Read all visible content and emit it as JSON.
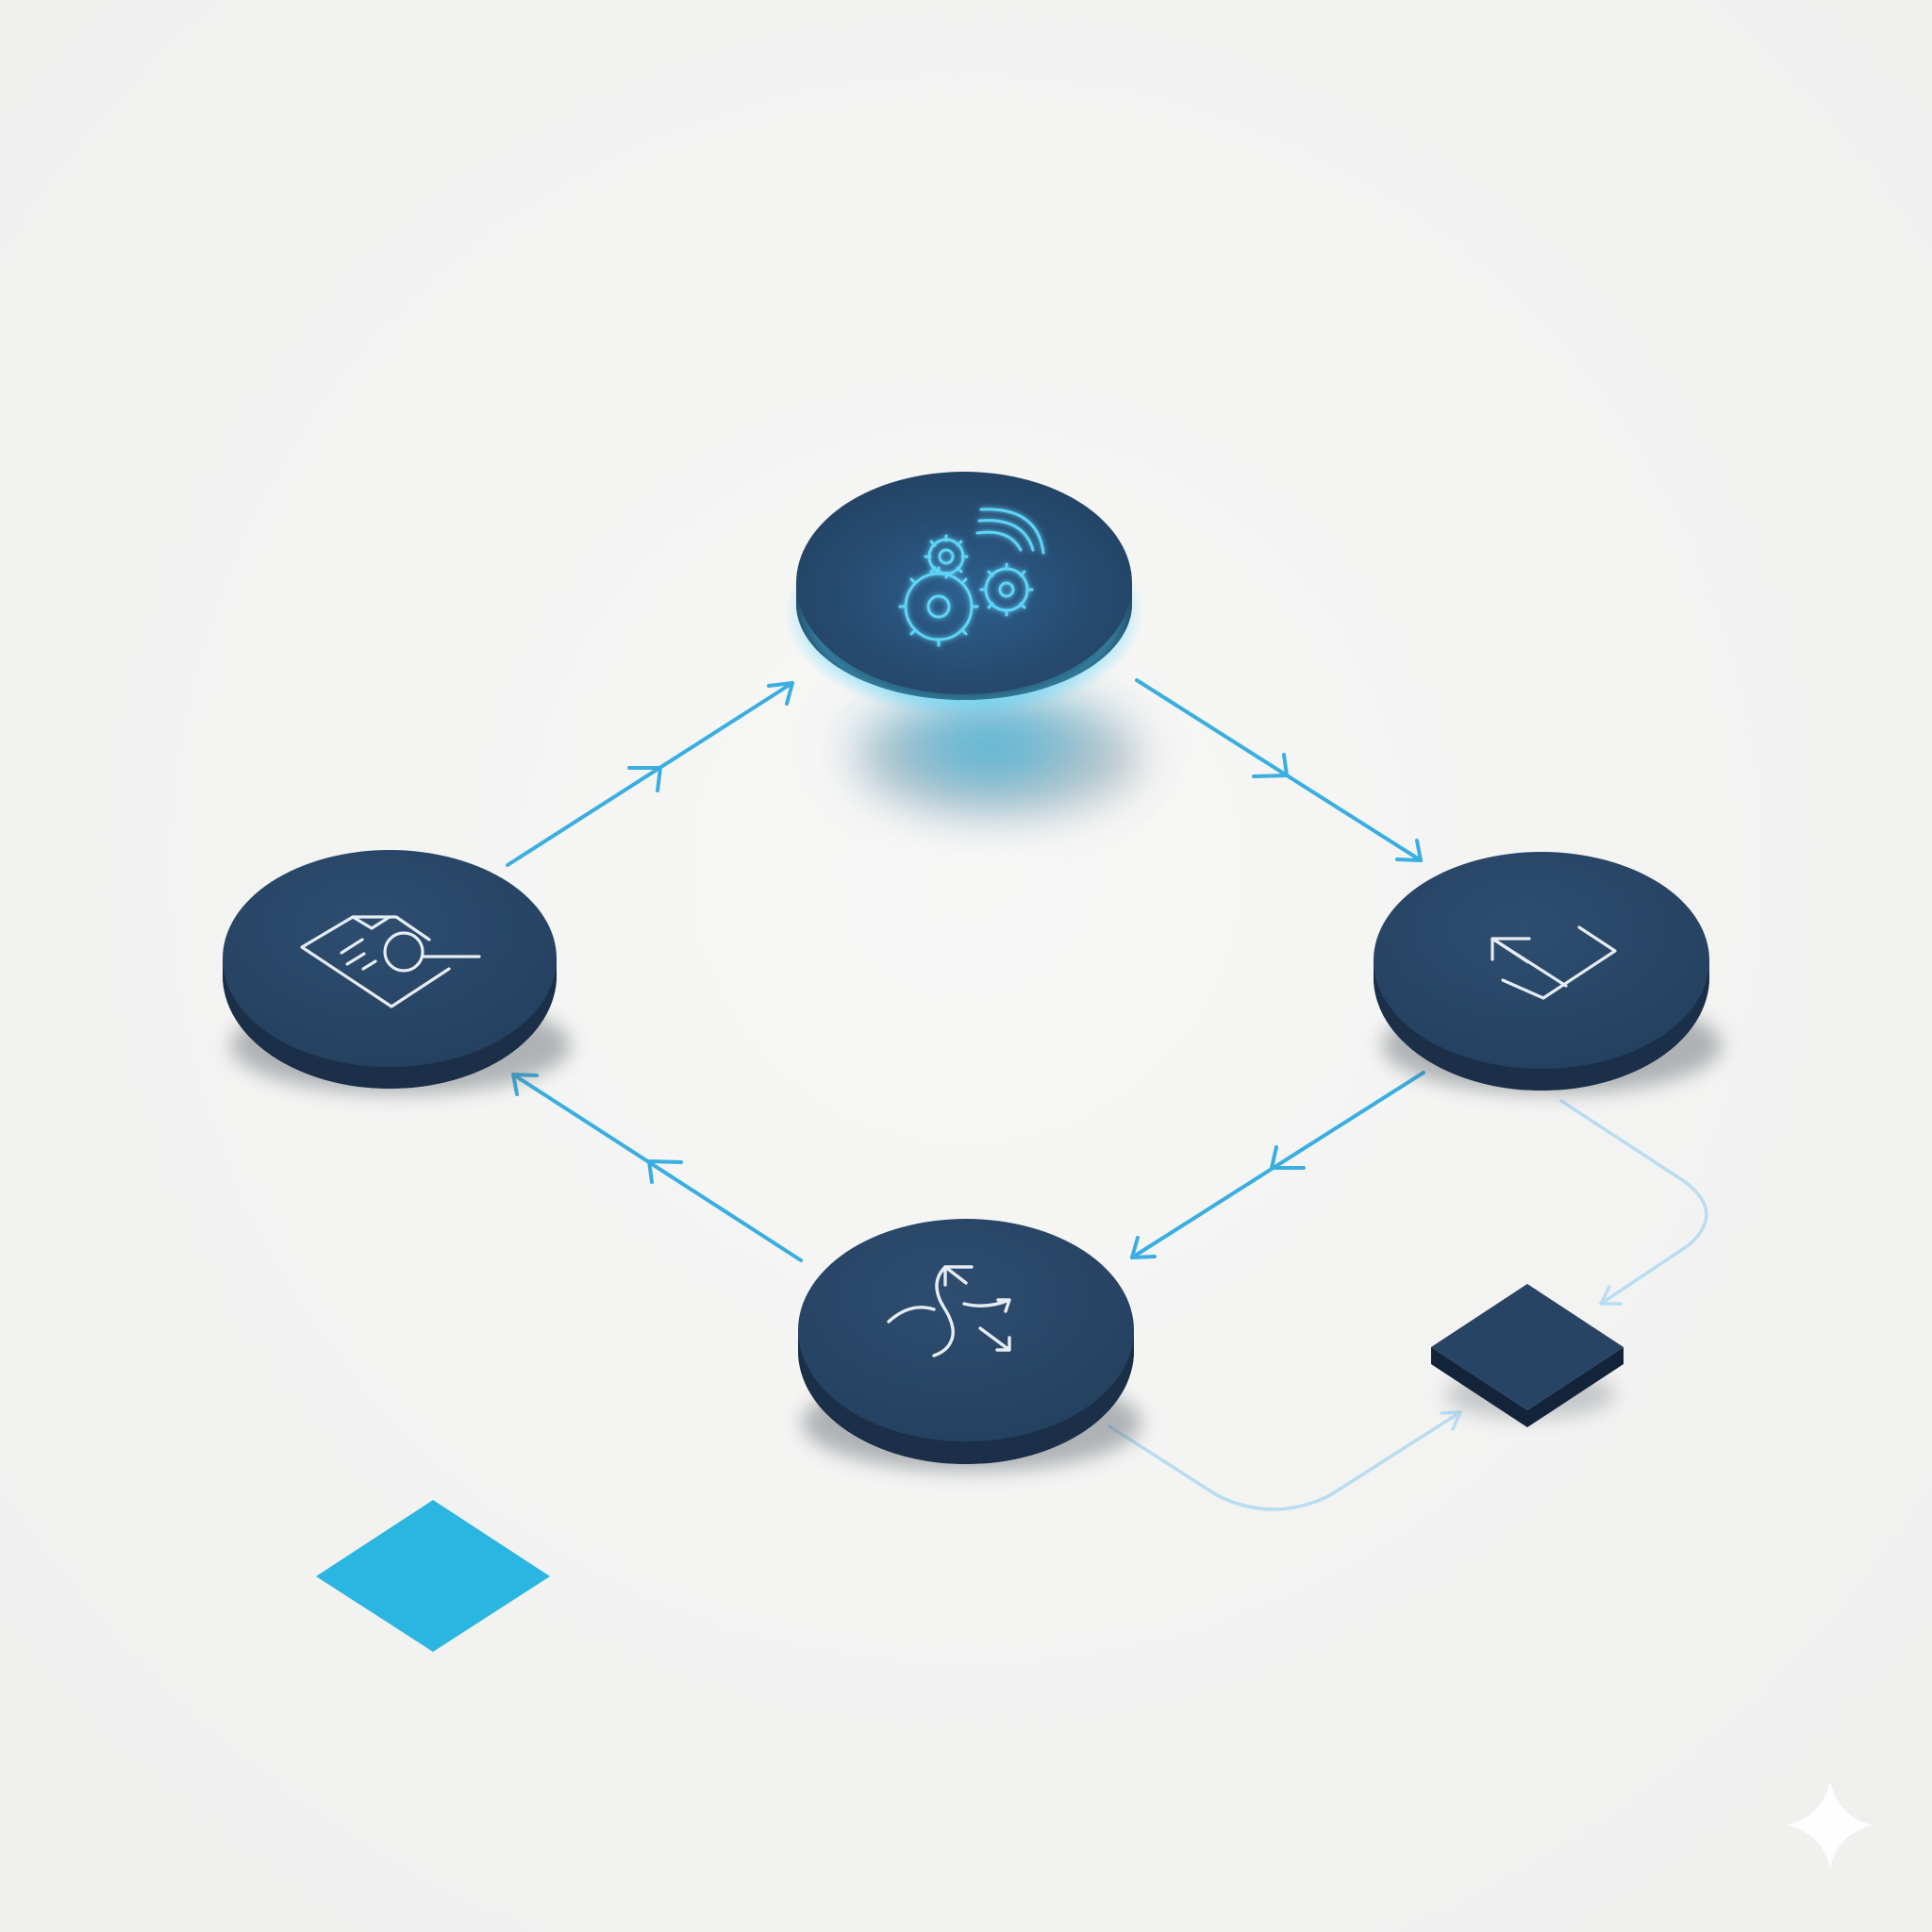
{
  "diagram": {
    "style": "isometric process cycle",
    "background_color": "#f3f3f2",
    "node_face_color": "#284464",
    "node_side_color": "#1b2f48",
    "connector_color": "#3aaee0",
    "secondary_connector_color": "#b5dcf0",
    "accent_color": "#2bb6e2",
    "glow_color": "#45d2ff",
    "icon_stroke_default": "#e6ecf3",
    "icon_stroke_active": "#5fd4f7",
    "active_node": "processing",
    "nodes": [
      {
        "id": "processing",
        "shape": "disc",
        "icon": "gears-signal-icon",
        "highlighted": true
      },
      {
        "id": "inspection",
        "shape": "disc",
        "icon": "document-search-icon",
        "highlighted": false
      },
      {
        "id": "exchange",
        "shape": "disc",
        "icon": "bidirectional-arrows-icon",
        "highlighted": false
      },
      {
        "id": "routing",
        "shape": "disc",
        "icon": "branching-flow-icon",
        "highlighted": false
      },
      {
        "id": "endpoint",
        "shape": "square-tile",
        "icon": null,
        "highlighted": false
      }
    ],
    "edges": [
      {
        "from": "inspection",
        "to": "processing",
        "style": "solid"
      },
      {
        "from": "processing",
        "to": "exchange",
        "style": "solid"
      },
      {
        "from": "exchange",
        "to": "routing",
        "style": "solid"
      },
      {
        "from": "routing",
        "to": "inspection",
        "style": "solid"
      },
      {
        "from": "exchange",
        "to": "endpoint",
        "style": "faint"
      },
      {
        "from": "routing",
        "to": "endpoint",
        "style": "faint"
      }
    ],
    "decorations": [
      {
        "id": "accent-tile",
        "shape": "flat-diamond"
      },
      {
        "id": "sparkle",
        "shape": "four-point-star"
      }
    ]
  }
}
